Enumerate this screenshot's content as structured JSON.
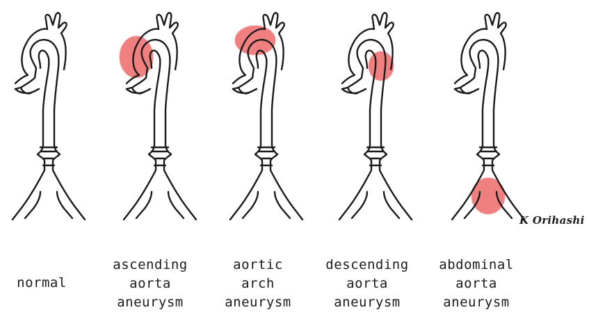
{
  "figures": [
    {
      "id": "normal",
      "caption": [
        "normal"
      ],
      "aneurysm": null
    },
    {
      "id": "ascending",
      "caption": [
        "ascending",
        "aorta",
        "aneurysm"
      ],
      "aneurysm": "ascending"
    },
    {
      "id": "arch",
      "caption": [
        "aortic",
        "arch",
        "aneurysm"
      ],
      "aneurysm": "arch"
    },
    {
      "id": "descending",
      "caption": [
        "descending",
        "aorta",
        "aneurysm"
      ],
      "aneurysm": "descending"
    },
    {
      "id": "abdominal",
      "caption": [
        "abdominal",
        "aorta",
        "aneurysm"
      ],
      "aneurysm": "abdominal"
    }
  ],
  "signature": "K Orihashi",
  "colors": {
    "aneurysm_fill": "#f08080",
    "outline": "#1a1a1a"
  }
}
